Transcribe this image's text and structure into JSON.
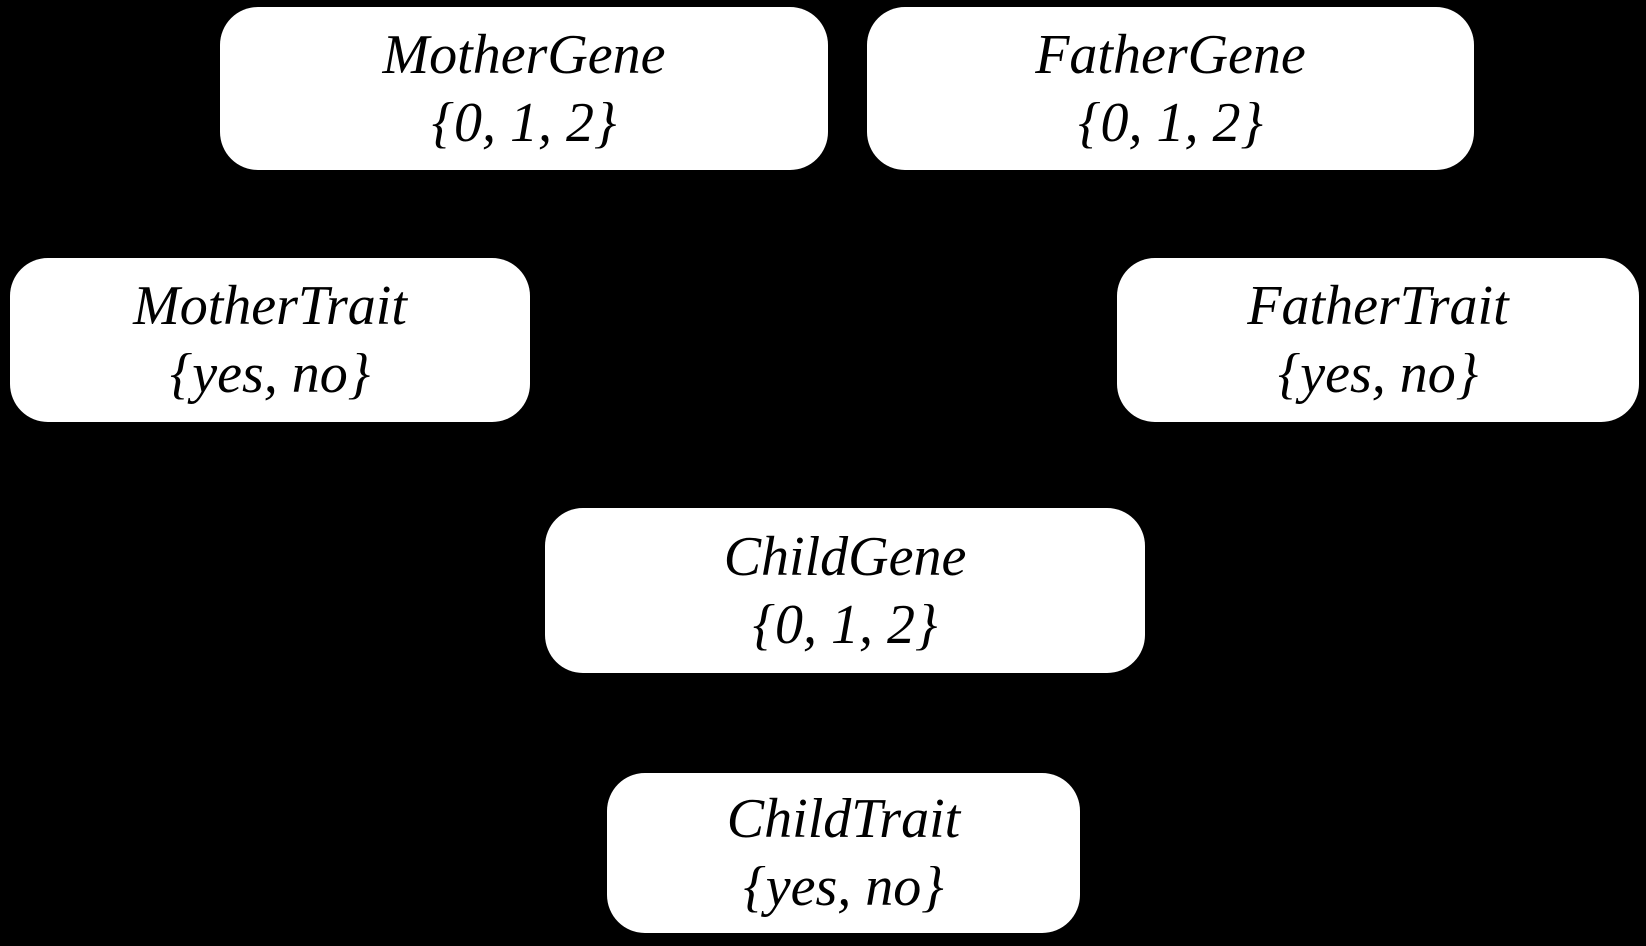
{
  "diagram": {
    "type": "bayesian-network",
    "background_color": "#000000",
    "node_fill_color": "#ffffff",
    "node_text_color": "#000000",
    "nodes": [
      {
        "id": "mother-gene",
        "label": "MotherGene",
        "values": "{0, 1, 2}"
      },
      {
        "id": "father-gene",
        "label": "FatherGene",
        "values": "{0, 1, 2}"
      },
      {
        "id": "mother-trait",
        "label": "MotherTrait",
        "values": "{yes, no}"
      },
      {
        "id": "father-trait",
        "label": "FatherTrait",
        "values": "{yes, no}"
      },
      {
        "id": "child-gene",
        "label": "ChildGene",
        "values": "{0, 1, 2}"
      },
      {
        "id": "child-trait",
        "label": "ChildTrait",
        "values": "{yes, no}"
      }
    ]
  }
}
